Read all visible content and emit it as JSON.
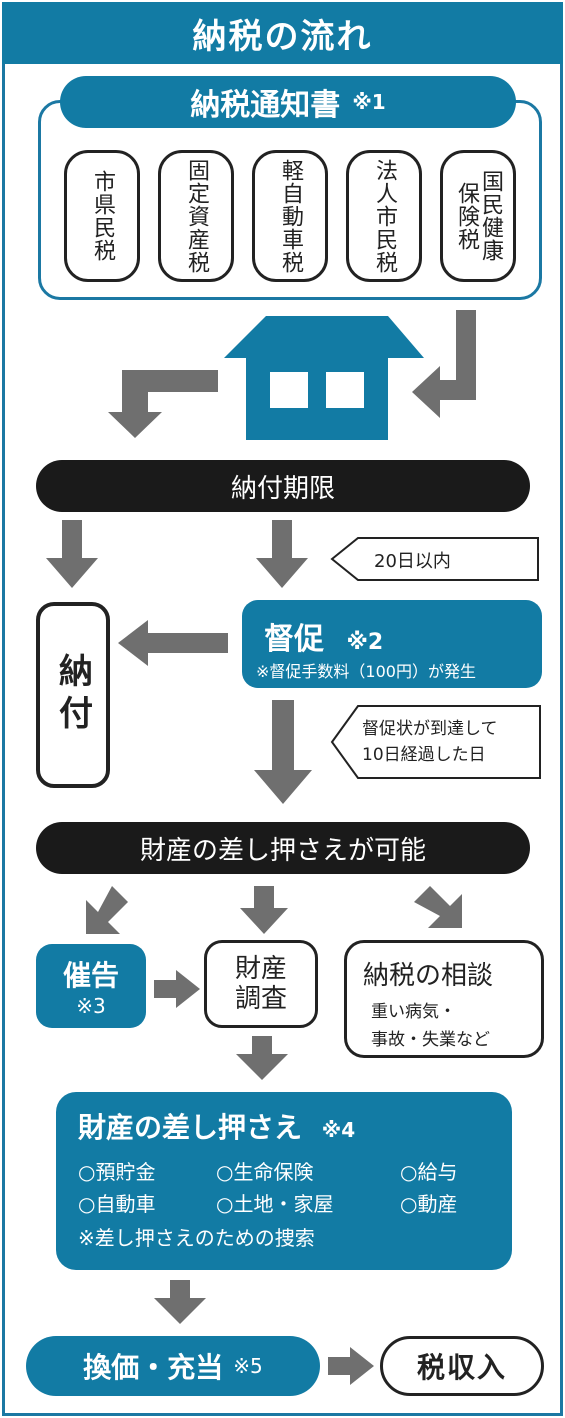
{
  "title": "納税の流れ",
  "notice": {
    "label": "納税通知書",
    "note": "※1"
  },
  "taxes": [
    {
      "lines": [
        "市県民税"
      ]
    },
    {
      "lines": [
        "固定資産税"
      ]
    },
    {
      "lines": [
        "軽自動車税"
      ]
    },
    {
      "lines": [
        "法人市民税"
      ]
    },
    {
      "lines": [
        "国民健康",
        "保険税"
      ]
    }
  ],
  "deadline": "納付期限",
  "within20": "20日以内",
  "payment": "納付",
  "reminder": {
    "label": "督促",
    "note": "※2",
    "fee": "※督促手数料（100円）が発生"
  },
  "after10": [
    "督促状が到達して",
    "10日経過した日"
  ],
  "seizure_possible": "財産の差し押さえが可能",
  "warning": {
    "label": "催告",
    "note": "※3"
  },
  "investigation": [
    "財産",
    "調査"
  ],
  "consult": {
    "label": "納税の相談",
    "sub1": "重い病気・",
    "sub2": "事故・失業など"
  },
  "seizure": {
    "label": "財産の差し押さえ",
    "note": "※4",
    "items_row1": [
      "○預貯金",
      "○生命保険",
      "○給与"
    ],
    "items_row2": [
      "○自動車",
      "○土地・家屋",
      "○動産"
    ],
    "search": "※差し押さえのための捜索"
  },
  "conversion": {
    "label": "換価・充当",
    "note": "※5"
  },
  "revenue": "税収入",
  "colors": {
    "blue": "#127ba4",
    "gray_arrow": "#6f6f6f",
    "black": "#1a1a1a"
  }
}
